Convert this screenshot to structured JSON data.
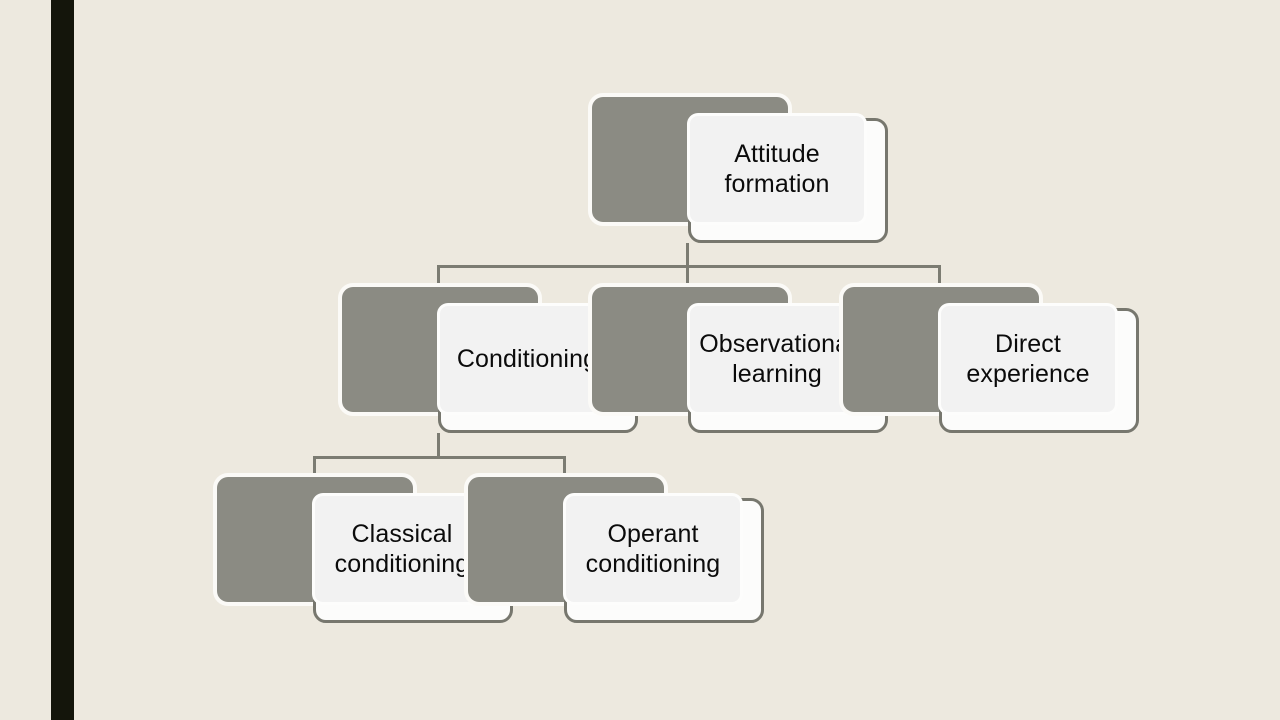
{
  "slide": {
    "background_color": "#EDE9DF",
    "accent_bar_color": "#14150B",
    "node_shadow_color": "#8B8B83",
    "node_border_color": "#77776E",
    "node_fill_color": "#F2F2F2",
    "connector_color": "#7C7C72",
    "text_color": "#0B0B0B"
  },
  "diagram": {
    "type": "hierarchy",
    "root": "Attitude formation",
    "nodes": [
      {
        "id": "attitude-formation",
        "label": "Attitude\nformation",
        "level": 0,
        "parent": null
      },
      {
        "id": "conditioning",
        "label": "Conditioning",
        "level": 1,
        "parent": "attitude-formation"
      },
      {
        "id": "observational-learning",
        "label": "Observational\nlearning",
        "level": 1,
        "parent": "attitude-formation"
      },
      {
        "id": "direct-experience",
        "label": "Direct\nexperience",
        "level": 1,
        "parent": "attitude-formation"
      },
      {
        "id": "classical-conditioning",
        "label": "Classical\nconditioning",
        "level": 2,
        "parent": "conditioning"
      },
      {
        "id": "operant-conditioning",
        "label": "Operant\nconditioning",
        "level": 2,
        "parent": "conditioning"
      }
    ]
  }
}
